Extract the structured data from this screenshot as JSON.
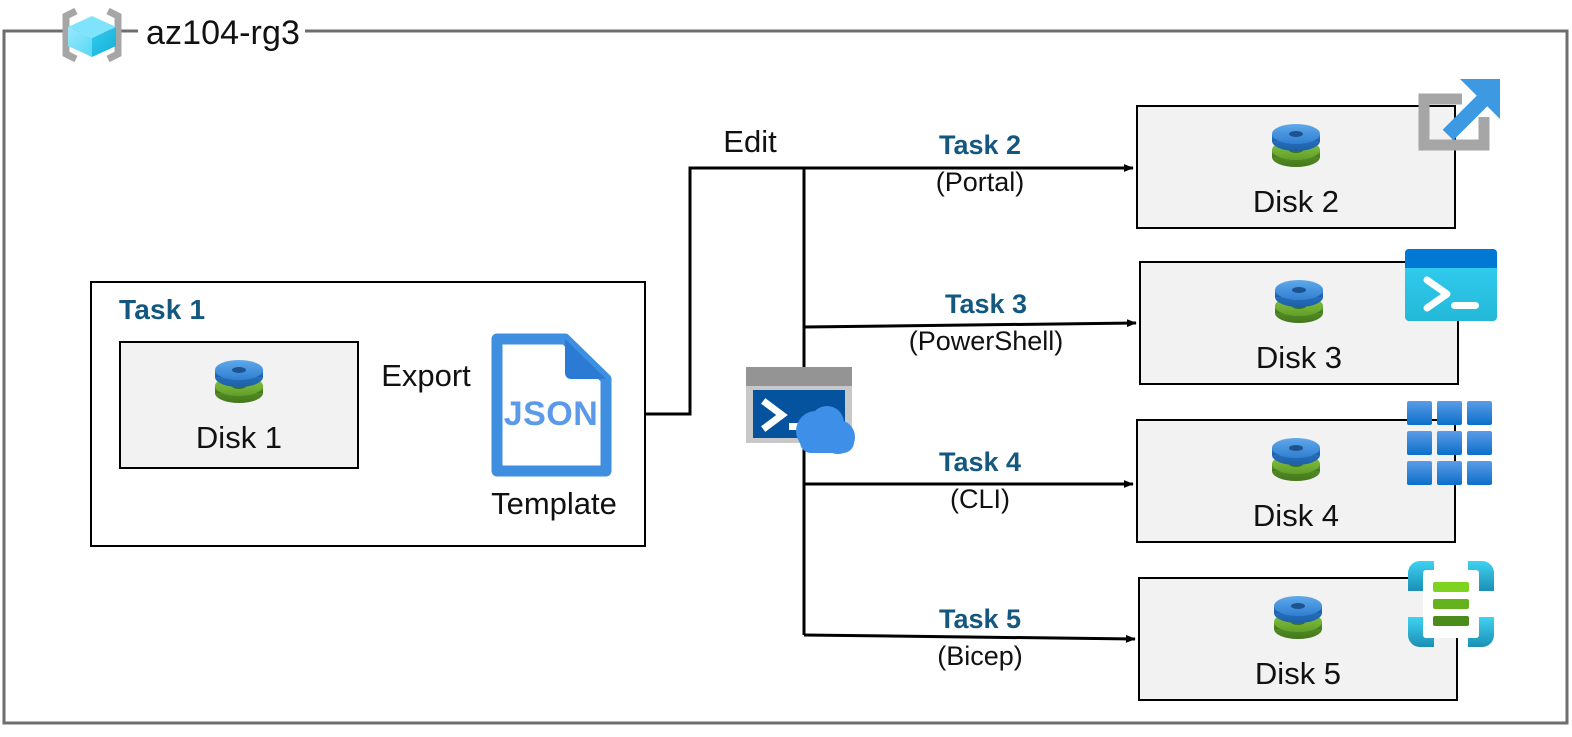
{
  "diagram": {
    "resource_group": {
      "name": "az104-rg3",
      "icon": "resource-group-cube-icon"
    },
    "task1": {
      "title": "Task 1",
      "disk": {
        "label": "Disk 1",
        "icon": "managed-disk-icon"
      },
      "export_label": "Export",
      "template": {
        "file_type": "JSON",
        "caption": "Template",
        "icon": "json-file-icon"
      }
    },
    "edit_label": "Edit",
    "cloud_shell": {
      "icon": "cloud-shell-icon"
    },
    "branches": [
      {
        "task": "Task 2",
        "tool": "(Portal)",
        "disk": "Disk 2",
        "disk_icon": "managed-disk-icon",
        "tool_icon": "azure-portal-icon"
      },
      {
        "task": "Task 3",
        "tool": "(PowerShell)",
        "disk": "Disk 3",
        "disk_icon": "managed-disk-icon",
        "tool_icon": "powershell-icon"
      },
      {
        "task": "Task 4",
        "tool": "(CLI)",
        "disk": "Disk 4",
        "disk_icon": "managed-disk-icon",
        "tool_icon": "azure-cli-icon"
      },
      {
        "task": "Task 5",
        "tool": "(Bicep)",
        "disk": "Disk 5",
        "disk_icon": "managed-disk-icon",
        "tool_icon": "bicep-icon"
      }
    ],
    "colors": {
      "task_title": "#14577f",
      "frame": "#6e6e6e",
      "box_fill": "#f2f2f2",
      "box_stroke": "#000000",
      "disk_blue": "#3a8dde",
      "disk_green": "#6cb33f",
      "json_blue": "#3f8fe0",
      "portal_arrow": "#3d9ae2",
      "portal_frame": "#a6a6a6",
      "powershell_cyan": "#2fc7ef",
      "powershell_bar": "#0078d4",
      "cli_blue": "#2a86e0",
      "bicep_cyan": "#2fc7ef",
      "bicep_green": "#6cc024"
    }
  }
}
